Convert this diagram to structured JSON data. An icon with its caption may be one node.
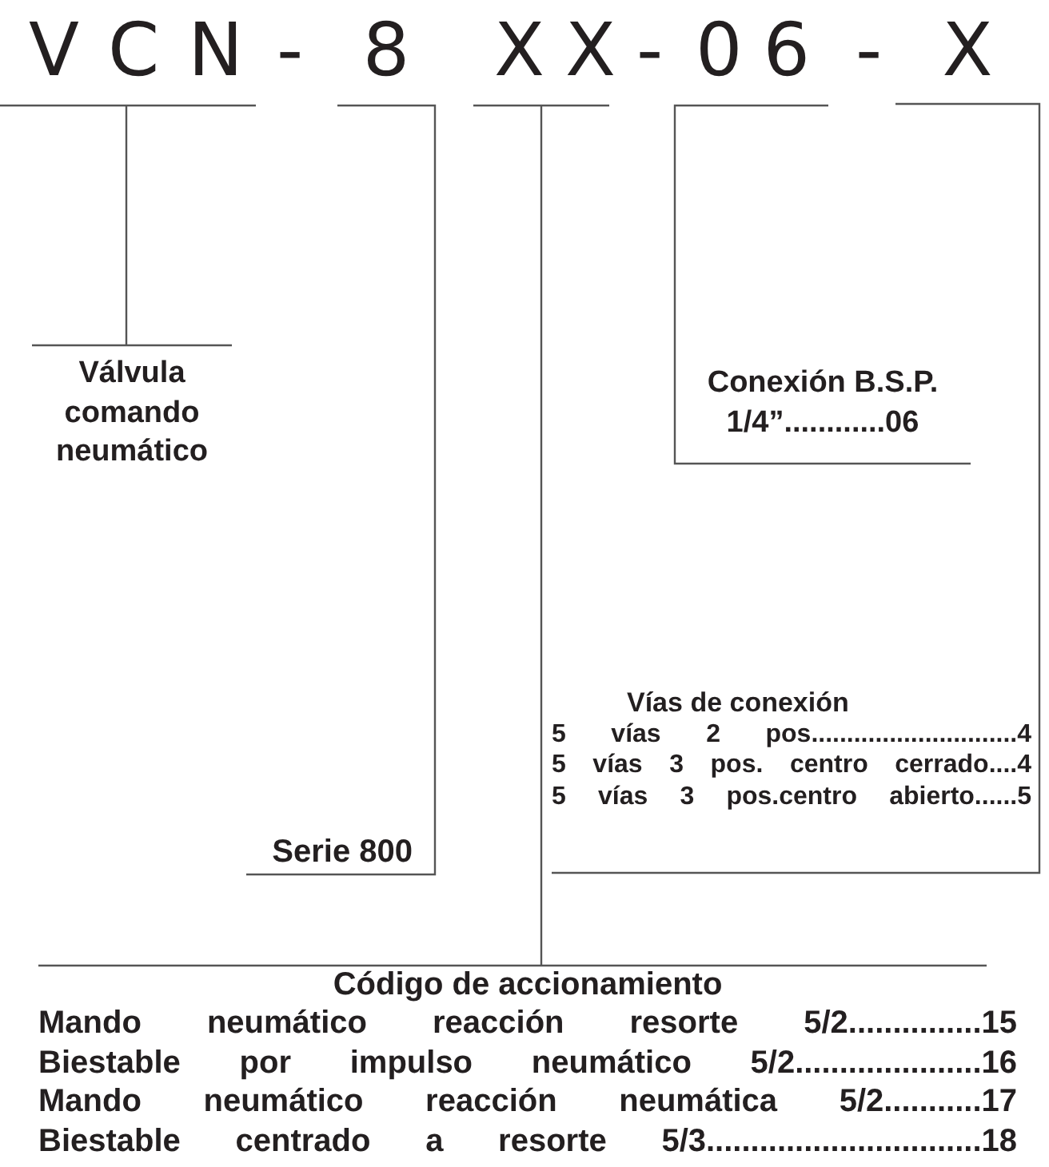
{
  "diagram": {
    "nodes": [
      {
        "text": [
          "VCN"
        ]
      },
      {
        "text": [
          "8"
        ]
      },
      {
        "text": [
          "XX"
        ]
      },
      {
        "text": [
          "06"
        ]
      },
      {
        "text": [
          "X"
        ]
      },
      {
        "text": [
          "Válvula comando neumático"
        ]
      },
      {
        "text": [
          "Serie 800"
        ]
      },
      {
        "text": [
          "Conexión B.S.P.",
          "1/4”............06"
        ]
      },
      {
        "text": [
          "Vías de conexión",
          "5 vías 2 pos.............................4",
          "5 vías 3 pos. centro cerrado....4",
          "5 vías 3 pos.centro abierto......5"
        ]
      },
      {
        "text": [
          "Código de accionamiento",
          "Mando neumático reacción resorte 5/2...............15",
          "Biestable por impulso neumático 5/2.....................16",
          "Mando neumático reacción neumática 5/2...........17",
          "Biestable centrado a resorte 5/3...............................18"
        ]
      }
    ],
    "edges": [
      {
        "from": 0,
        "to": 5,
        "arrow": "none"
      },
      {
        "from": 1,
        "to": 6,
        "arrow": "none"
      },
      {
        "from": 2,
        "to": 9,
        "arrow": "none"
      },
      {
        "from": 3,
        "to": 7,
        "arrow": "none"
      },
      {
        "from": 4,
        "to": 8,
        "arrow": "none"
      }
    ],
    "labels": [
      "-",
      "-",
      "-"
    ]
  }
}
